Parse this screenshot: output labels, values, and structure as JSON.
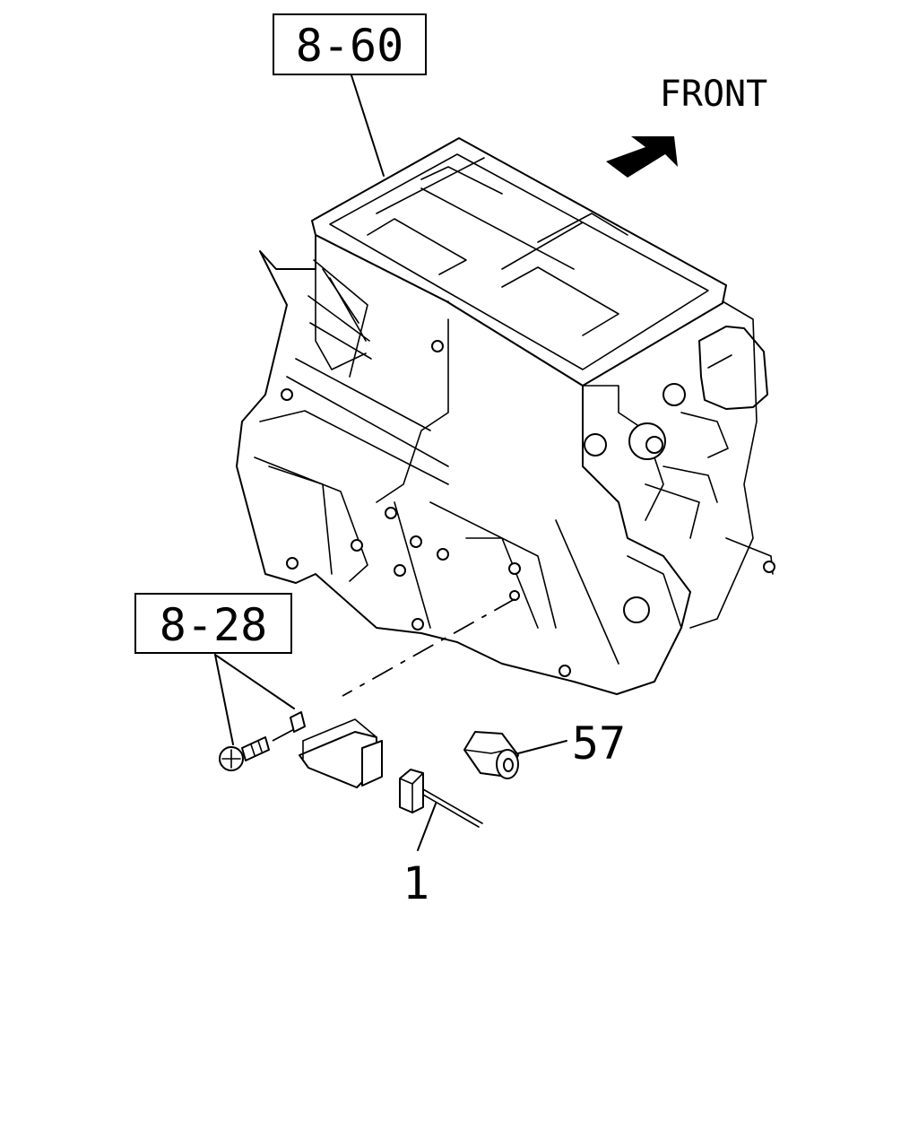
{
  "diagram": {
    "direction_label": "FRONT",
    "ref_boxes": [
      {
        "id": "ref-top",
        "text": "8-60"
      },
      {
        "id": "ref-left",
        "text": "8-28"
      }
    ],
    "callouts": [
      {
        "id": "part-57",
        "text": "57"
      },
      {
        "id": "part-1",
        "text": "1"
      }
    ]
  }
}
